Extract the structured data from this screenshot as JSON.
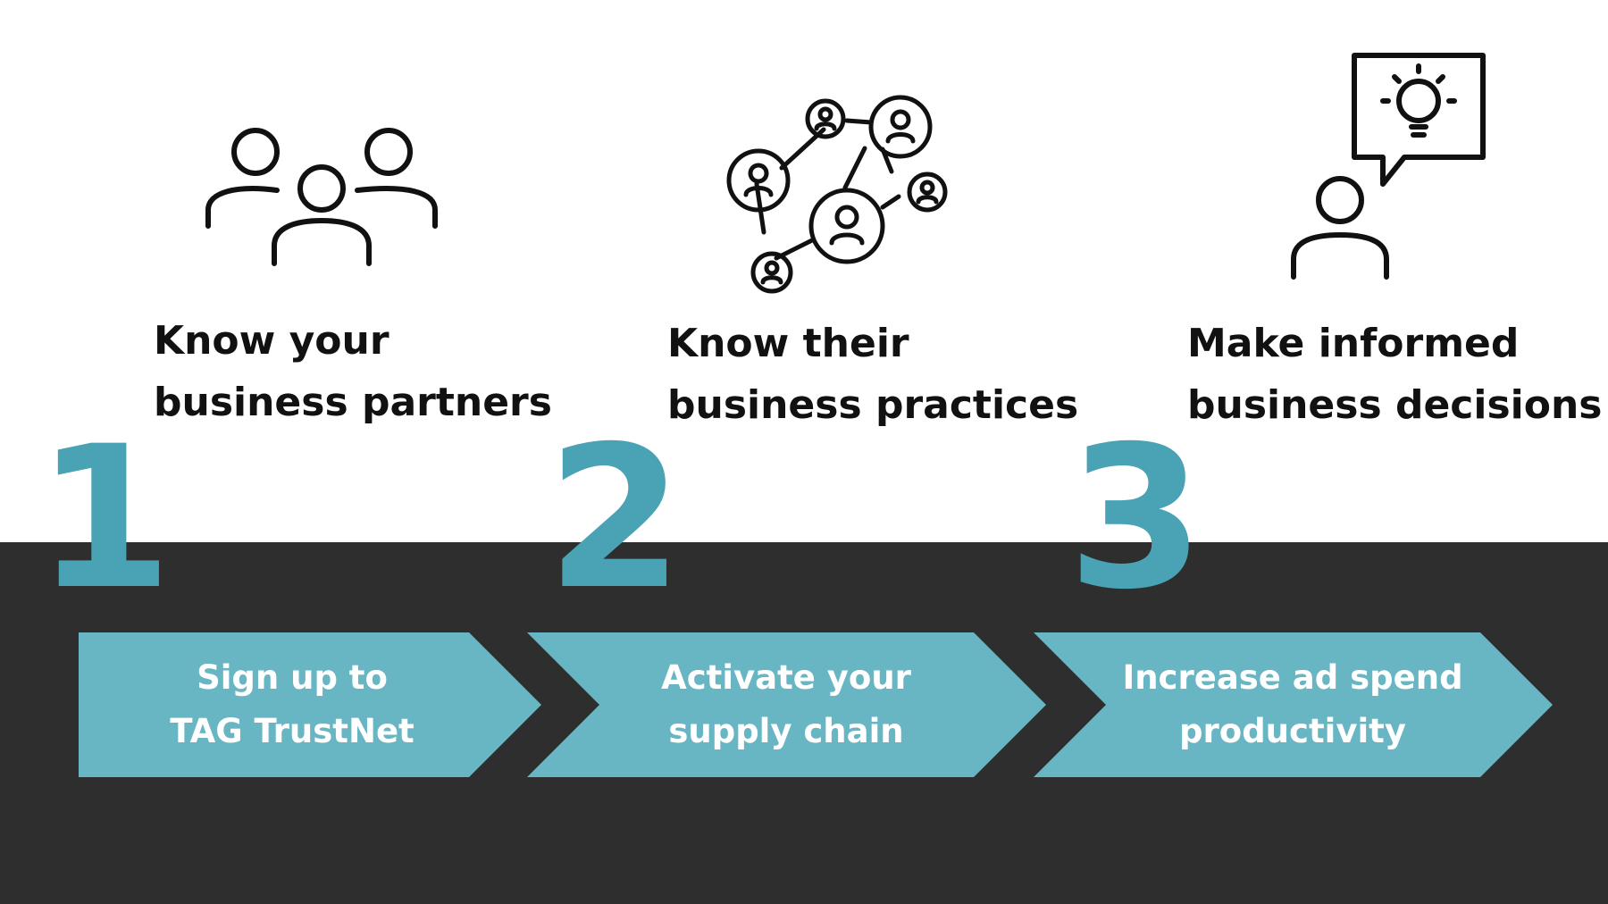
{
  "colors": {
    "accent": "#4aa3b4",
    "arrow_fill": "#68b6c4",
    "dark_band": "#2e2e2e",
    "text": "#111111",
    "arrow_text": "#ffffff"
  },
  "columns": [
    {
      "icon": "group-of-people-icon",
      "heading": [
        "Know your",
        "business partners"
      ],
      "number": "1",
      "step": [
        "Sign up to",
        "TAG TrustNet"
      ]
    },
    {
      "icon": "network-of-people-icon",
      "heading": [
        "Know their",
        "business practices"
      ],
      "number": "2",
      "step": [
        "Activate your",
        "supply chain"
      ]
    },
    {
      "icon": "person-with-idea-icon",
      "heading": [
        "Make informed",
        "business decisions"
      ],
      "number": "3",
      "step": [
        "Increase ad spend",
        "productivity"
      ]
    }
  ]
}
